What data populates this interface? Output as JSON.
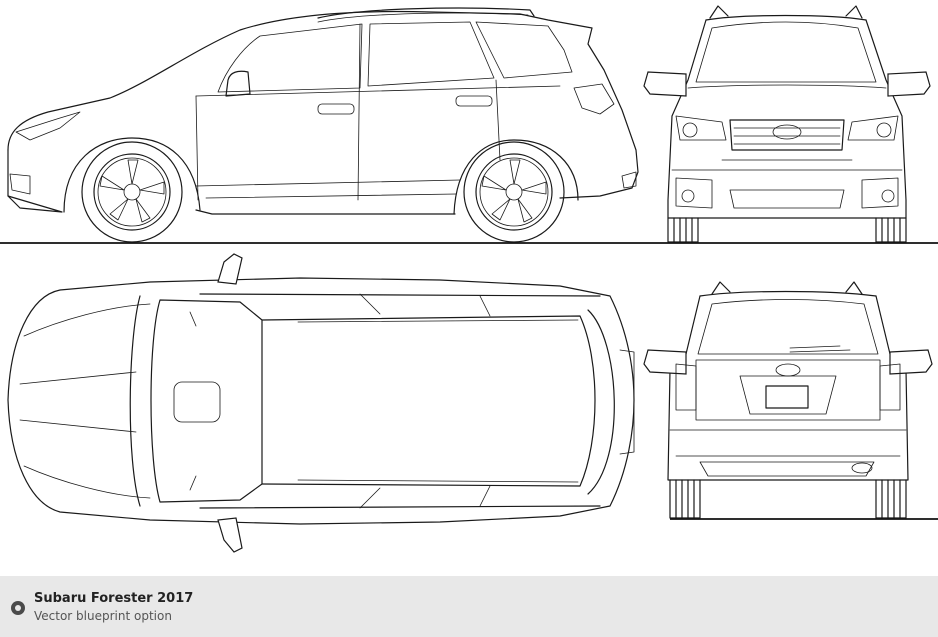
{
  "caption": {
    "title": "Subaru Forester 2017",
    "subtitle": "Vector blueprint option"
  },
  "views": [
    "side-view",
    "front-view",
    "top-view",
    "rear-view"
  ],
  "icons": {
    "caption_badge": "circle-radio-icon",
    "plate_logo": "subaru-logo"
  },
  "colors": {
    "line": "#1a1a1a",
    "background": "#ffffff",
    "footer_background": "#e8e8e8",
    "badge": "#4a4a4a"
  }
}
